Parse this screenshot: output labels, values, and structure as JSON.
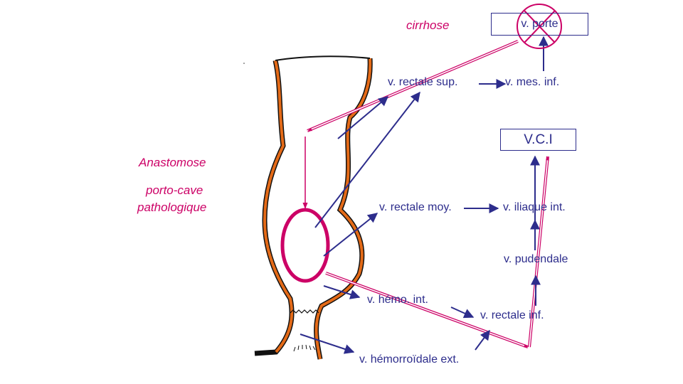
{
  "colors": {
    "pathology": "#cc0066",
    "venous": "#2d2d8c",
    "rectal_wall": "#e46a17",
    "outline": "#111111"
  },
  "titles": {
    "cirrhosis": "cirrhose",
    "anastomosis_line1": "Anastomose",
    "anastomosis_line2": "porto-cave",
    "anastomosis_line3": "pathologique"
  },
  "boxes": {
    "portal_vein": "v. porte",
    "inferior_vena_cava": "V.C.I"
  },
  "veins": {
    "superior_rectal": "v. rectale sup.",
    "inferior_mesenteric": "v. mes. inf.",
    "middle_rectal": "v. rectale moy.",
    "internal_iliac": "v. iliaque int.",
    "pudendal": "v. pudendale",
    "internal_hemorrhoidal": "v. hémo. int.",
    "inferior_rectal": "v. rectale inf.",
    "external_hemorrhoidal": "v. hémorroïdale ext."
  }
}
